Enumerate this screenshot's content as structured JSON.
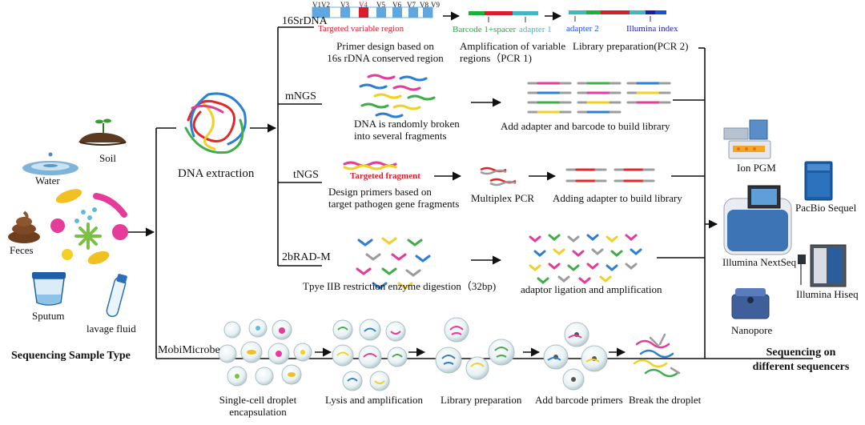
{
  "samples": {
    "water": "Water",
    "soil": "Soil",
    "feces": "Feces",
    "sputum": "Sputum",
    "lavage": "lavage fluid",
    "title": "Sequencing Sample Type"
  },
  "extraction": "DNA extraction",
  "methods": {
    "srdna": {
      "name": "16SrDNA",
      "region_labels": [
        "V1V2",
        "V3",
        "V4",
        "V5",
        "V6",
        "V7",
        "V8",
        "V9"
      ],
      "targeted": "Targeted variable region",
      "barcode": "Barcode 1+spacer",
      "adapter1": "adapter 1",
      "adapter2": "adapter 2",
      "index": "Illumina index",
      "step1": [
        "Primer design based on",
        "16s rDNA conserved region"
      ],
      "step2": [
        "Amplification of variable",
        "regions（PCR 1)"
      ],
      "step3": "Library preparation(PCR 2)"
    },
    "mngs": {
      "name": "mNGS",
      "step1": [
        "DNA is randomly broken",
        "into several fragments"
      ],
      "step2": "Add adapter and barcode to build library"
    },
    "tngs": {
      "name": "tNGS",
      "fragment": "Targeted  fragment",
      "step1": [
        "Design primers based on",
        "target pathogen gene fragments"
      ],
      "step2": "Multiplex PCR",
      "step3": "Adding adapter to build library"
    },
    "brad": {
      "name": "2bRAD-M",
      "step1": "Tpye IIB restriction enzyme digestion（32bp)",
      "step2": "adaptor ligation and amplification"
    },
    "mobi": {
      "name": "MobiMicrobe",
      "step1": [
        "Single-cell droplet",
        "encapsulation"
      ],
      "step2": "Lysis and amplification",
      "step3": "Library preparation",
      "step4": "Add barcode primers",
      "step5": "Break the droplet"
    }
  },
  "sequencers": {
    "ion": "Ion PGM",
    "pacbio": "PacBio Sequel",
    "nextseq": "Illumina NextSeq",
    "hiseq": "Illumina Hiseq",
    "nanopore": "Nanopore",
    "title": [
      "Sequencing on",
      "different sequencers"
    ]
  },
  "colors": {
    "red": "#e4262b",
    "blue": "#2c7fd3",
    "green": "#3fae49",
    "yellow": "#f2d024",
    "pink": "#e43c98",
    "gray": "#9c9c9c",
    "variable_region_red": "#d81e2a",
    "barcode_green": "#18b23a",
    "adapter_teal": "#3fb8c4",
    "adapter_blue": "#1e4fd8",
    "index_navy": "#1c1ca8"
  }
}
